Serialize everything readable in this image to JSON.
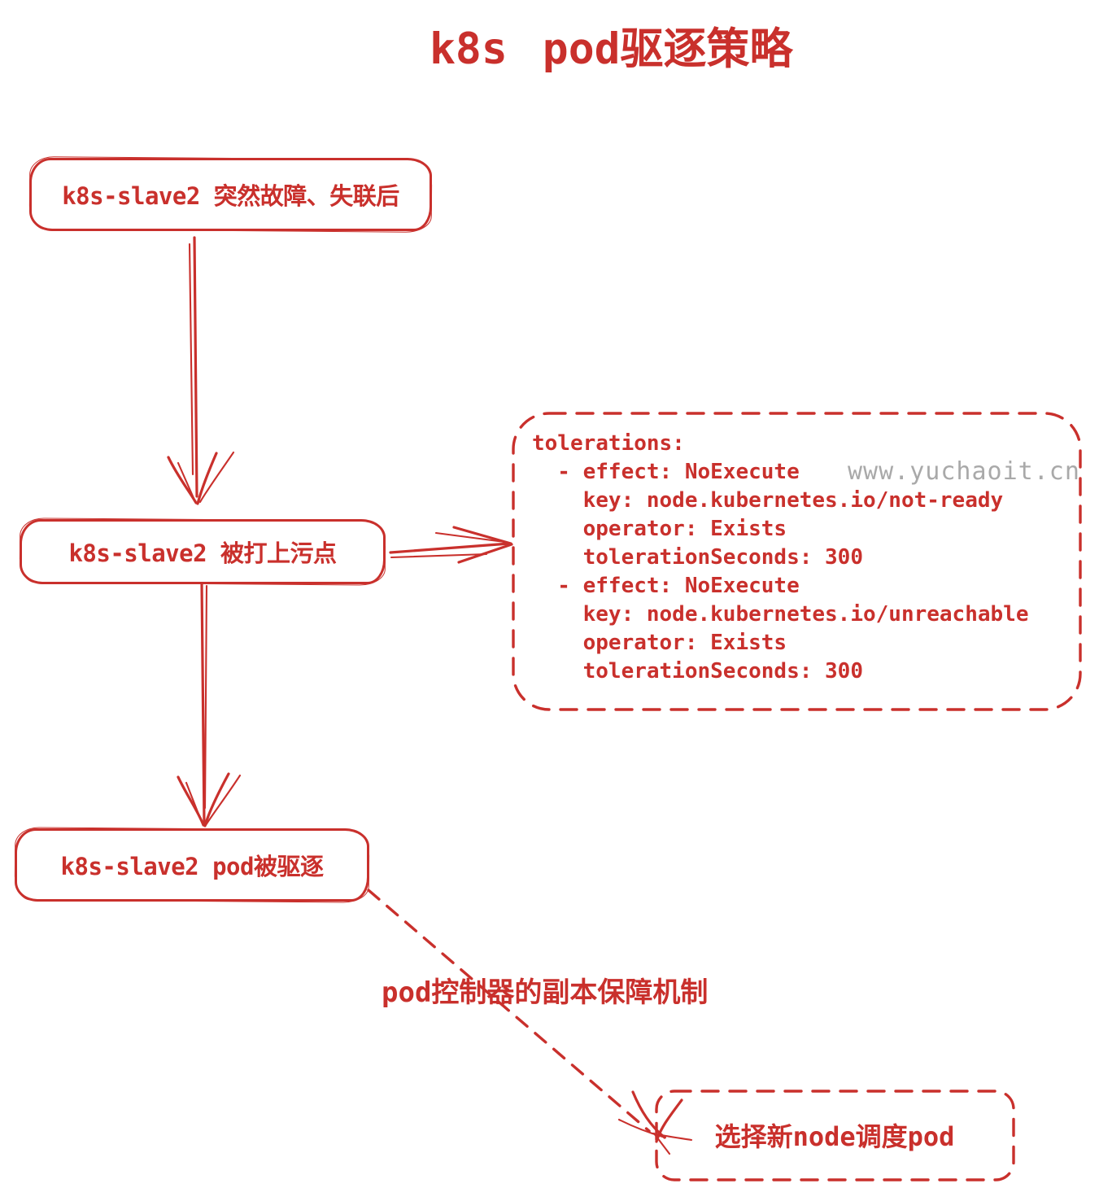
{
  "title": "k8s pod驱逐策略",
  "colors": {
    "ink": "#c9302c",
    "watermark_gray": "#a9a9a9",
    "background": "#ffffff"
  },
  "nodes": {
    "failure": {
      "label": "k8s-slave2 突然故障、失联后"
    },
    "taint": {
      "label": "k8s-slave2 被打上污点"
    },
    "evict": {
      "label": "k8s-slave2 pod被驱逐"
    },
    "schedule": {
      "label": "选择新node调度pod"
    }
  },
  "yaml_note": {
    "code": "tolerations:\n  - effect: NoExecute\n    key: node.kubernetes.io/not-ready\n    operator: Exists\n    tolerationSeconds: 300\n  - effect: NoExecute\n    key: node.kubernetes.io/unreachable\n    operator: Exists\n    tolerationSeconds: 300",
    "watermark": "www.yuchaoit.cn"
  },
  "edges": {
    "evict_to_schedule_label": "pod控制器的副本保障机制"
  }
}
